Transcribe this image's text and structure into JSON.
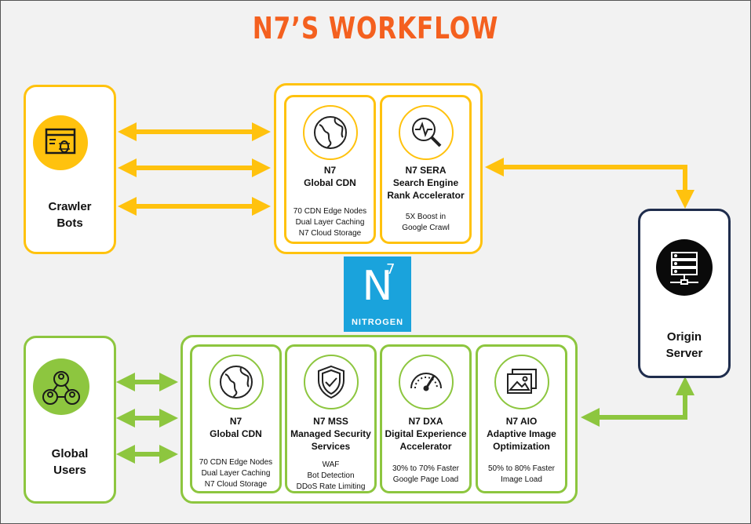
{
  "title": "N7’S WORKFLOW",
  "colors": {
    "accent": "#f4601f",
    "yellow": "#ffc20e",
    "green": "#8dc63f",
    "navy": "#1f2d4d",
    "logo": "#1aa3dc"
  },
  "crawler": {
    "label_1": "Crawler",
    "label_2": "Bots",
    "icon": "bug-browser-icon"
  },
  "users": {
    "label_1": "Global",
    "label_2": "Users",
    "icon": "network-users-icon"
  },
  "origin": {
    "label_1": "Origin",
    "label_2": "Server",
    "icon": "server-icon"
  },
  "logo": {
    "letter": "N",
    "sup": "7",
    "word": "NITROGEN"
  },
  "top_cards": [
    {
      "t1": "N7",
      "t2": "Global CDN",
      "t3": "",
      "s1": "70 CDN Edge Nodes",
      "s2": "Dual Layer Caching",
      "s3": "N7  Cloud Storage",
      "icon": "globe-icon"
    },
    {
      "t1": "N7 SERA",
      "t2": "Search Engine",
      "t3": "Rank Accelerator",
      "s1": "5X Boost in",
      "s2": "Google Crawl",
      "s3": "",
      "icon": "search-analytics-icon"
    }
  ],
  "bottom_cards": [
    {
      "t1": "N7",
      "t2": "Global CDN",
      "t3": "",
      "s1": "70 CDN Edge Nodes",
      "s2": "Dual Layer Caching",
      "s3": "N7  Cloud Storage",
      "icon": "globe-icon"
    },
    {
      "t1": "N7 MSS",
      "t2": "Managed Security",
      "t3": "Services",
      "s1": "WAF",
      "s2": "Bot  Detection",
      "s3": "DDoS Rate Limiting",
      "icon": "shield-check-icon"
    },
    {
      "t1": "N7 DXA",
      "t2": "Digital Experience",
      "t3": "Accelerator",
      "s1": "30% to 70% Faster",
      "s2": "Google Page Load",
      "s3": "",
      "icon": "speedometer-icon"
    },
    {
      "t1": "N7 AIO",
      "t2": "Adaptive Image",
      "t3": "Optimization",
      "s1": "50%  to 80% Faster",
      "s2": "Image Load",
      "s3": "",
      "icon": "image-gallery-icon"
    }
  ]
}
